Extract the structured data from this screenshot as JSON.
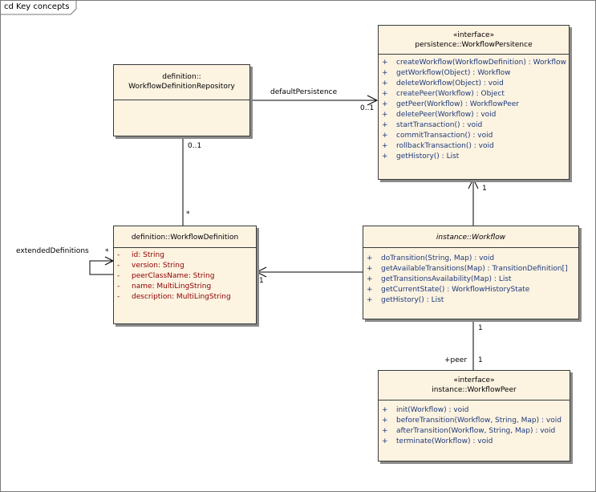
{
  "frame": {
    "label": "cd Key concepts"
  },
  "classes": {
    "persistence": {
      "stereotype": "«interface»",
      "name": "persistence::WorkflowPersitence",
      "operations": [
        "createWorkflow(WorkflowDefinition) : Workflow",
        "getWorkflow(Object) : Workflow",
        "deleteWorkflow(Object) : void",
        "createPeer(Workflow) : Object",
        "getPeer(Workflow) : WorkflowPeer",
        "deletePeer(Workflow) : void",
        "startTransaction() : void",
        "commitTransaction() : void",
        "rollbackTransaction() : void",
        "getHistory() : List"
      ]
    },
    "repository": {
      "name_line1": "definition::",
      "name_line2": "WorkflowDefinitionRepository"
    },
    "definition": {
      "name": "definition::WorkflowDefinition",
      "attributes": [
        "id:  String",
        "version:  String",
        "peerClassName:  String",
        "name:  MultiLingString",
        "description:  MultiLingString"
      ]
    },
    "workflow": {
      "name": "instance::Workflow",
      "operations": [
        "doTransition(String, Map) : void",
        "getAvailableTransitions(Map) : TransitionDefinition[]",
        "getTransitionsAvailability(Map) : List",
        "getCurrentState() : WorkflowHistoryState",
        "getHistory() : List"
      ]
    },
    "peer": {
      "stereotype": "«interface»",
      "name": "instance::WorkflowPeer",
      "operations": [
        "init(Workflow) : void",
        "beforeTransition(Workflow, String, Map) : void",
        "afterTransition(Workflow, String, Map) : void",
        "terminate(Workflow) : void"
      ]
    }
  },
  "visibility": {
    "public": "+",
    "private": "-"
  },
  "labels": {
    "default_persistence": "defaultPersistence",
    "mult_0_1_persist": "0..1",
    "mult_0_1_repo": "0..1",
    "mult_star_def": "*",
    "mult_1_workflow_up": "1",
    "mult_1_def": "1",
    "extended_definitions": "extendedDefinitions",
    "mult_star_ext": "*",
    "mult_1_workflow_down": "1",
    "peer_role": "+peer",
    "mult_1_peer": "1"
  }
}
